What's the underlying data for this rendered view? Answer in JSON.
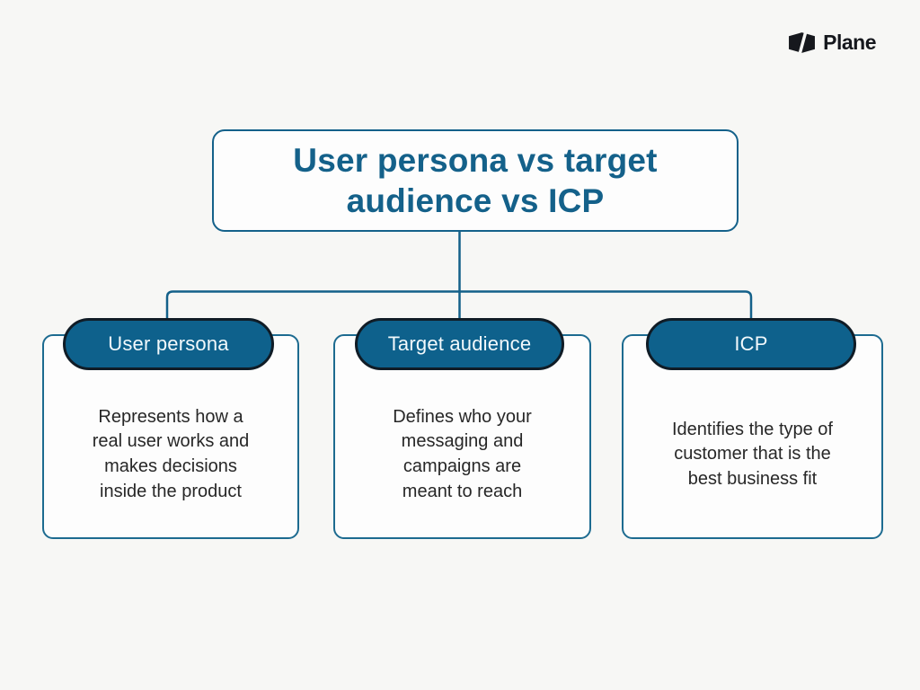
{
  "logo": {
    "brand": "Plane"
  },
  "title": {
    "text": "User persona vs target\naudience vs ICP"
  },
  "cards": [
    {
      "heading": "User persona",
      "description": "Represents how a\nreal user works and\nmakes decisions\ninside the product"
    },
    {
      "heading": "Target audience",
      "description": "Defines who your\nmessaging and\ncampaigns are\nmeant to reach"
    },
    {
      "heading": "ICP",
      "description": "Identifies the type of\ncustomer that is the\nbest business fit"
    }
  ],
  "colors": {
    "background": "#f7f7f5",
    "accent_teal": "#14618a",
    "pill_fill": "#0e618c",
    "pill_border": "#101c26",
    "pill_text": "#f2f9fc",
    "card_background": "#fdfdfd",
    "body_text": "#272727",
    "logo_black": "#16181d"
  },
  "icons": {
    "plane_logo": "plane-logo-mark"
  }
}
